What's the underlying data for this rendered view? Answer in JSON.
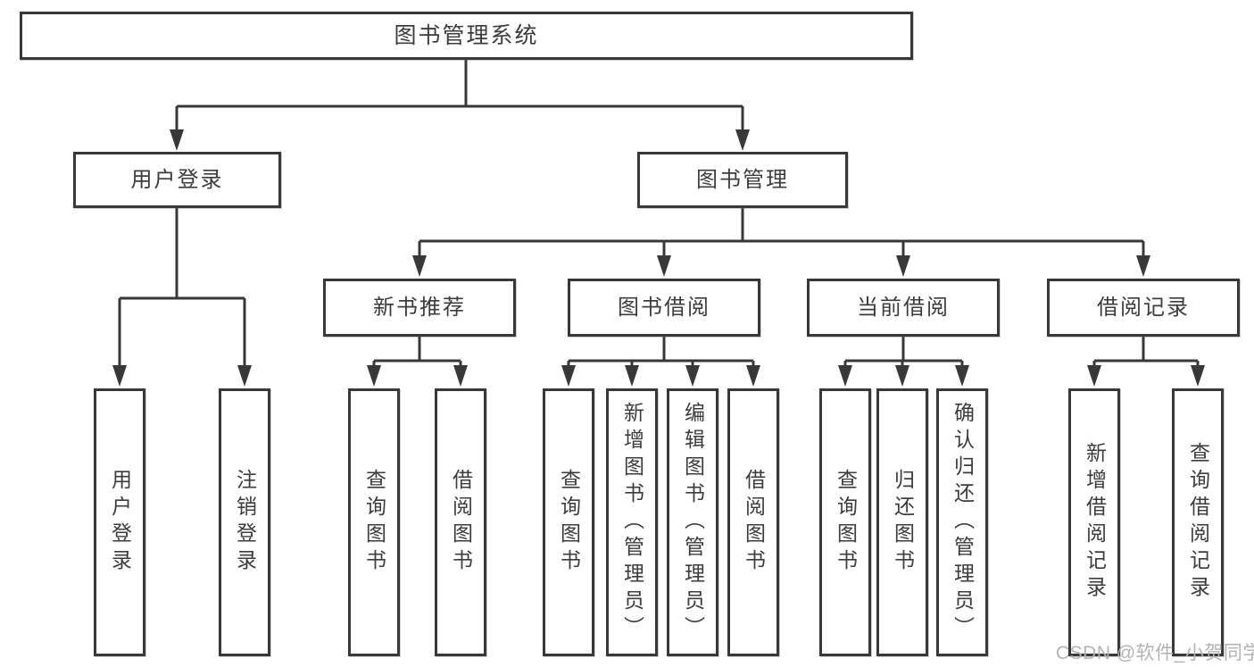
{
  "diagram": {
    "root": {
      "label": "图书管理系统"
    },
    "branches": [
      {
        "label": "用户登录",
        "children": [
          {
            "label": "用户登录"
          },
          {
            "label": "注销登录"
          }
        ]
      },
      {
        "label": "图书管理",
        "sections": [
          {
            "label": "新书推荐",
            "children": [
              {
                "label": "查询图书"
              },
              {
                "label": "借阅图书"
              }
            ]
          },
          {
            "label": "图书借阅",
            "children": [
              {
                "label": "查询图书"
              },
              {
                "label": "新增图书（管理员）"
              },
              {
                "label": "编辑图书（管理员）"
              },
              {
                "label": "借阅图书"
              }
            ]
          },
          {
            "label": "当前借阅",
            "children": [
              {
                "label": "查询图书"
              },
              {
                "label": "归还图书"
              },
              {
                "label": "确认归还（管理员）"
              }
            ]
          },
          {
            "label": "借阅记录",
            "children": [
              {
                "label": "新增借阅记录"
              },
              {
                "label": "查询借阅记录"
              }
            ]
          }
        ]
      }
    ]
  },
  "watermark": {
    "text": "CSDN @软件_小贺同学"
  },
  "colors": {
    "line": "#383838",
    "text": "#3c3c3c",
    "background": "#ffffff",
    "watermark": "#b3b3b3"
  }
}
